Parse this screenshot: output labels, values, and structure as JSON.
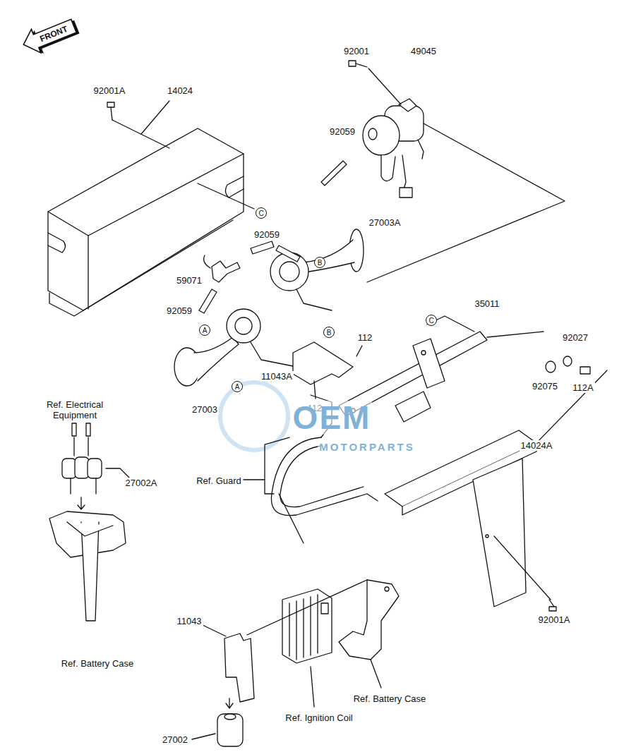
{
  "diagram": {
    "nodes": [
      {
        "text": [
          "FRONT"
        ]
      },
      {
        "text": [
          "C"
        ]
      },
      {
        "text": [
          "B"
        ]
      },
      {
        "text": [
          "B"
        ]
      },
      {
        "text": [
          "A"
        ]
      },
      {
        "text": [
          "A"
        ]
      },
      {
        "text": [
          "C"
        ]
      }
    ],
    "labels": [
      "92001",
      "49045",
      "92001A",
      "14024",
      "92059",
      "92059",
      "27003A",
      "59071",
      "92059",
      "35011",
      "92027",
      "112",
      "11043A",
      "112",
      "92075",
      "112A",
      "27003",
      "Ref. Electrical Equipment",
      "27002A",
      "Ref. Guard",
      "14024A",
      "92001A",
      "Ref. Battery Case",
      "11043",
      "Ref. Battery Case",
      "27002",
      "Ref. Ignition Coil",
      "OEM",
      "MOTORPARTS"
    ]
  }
}
